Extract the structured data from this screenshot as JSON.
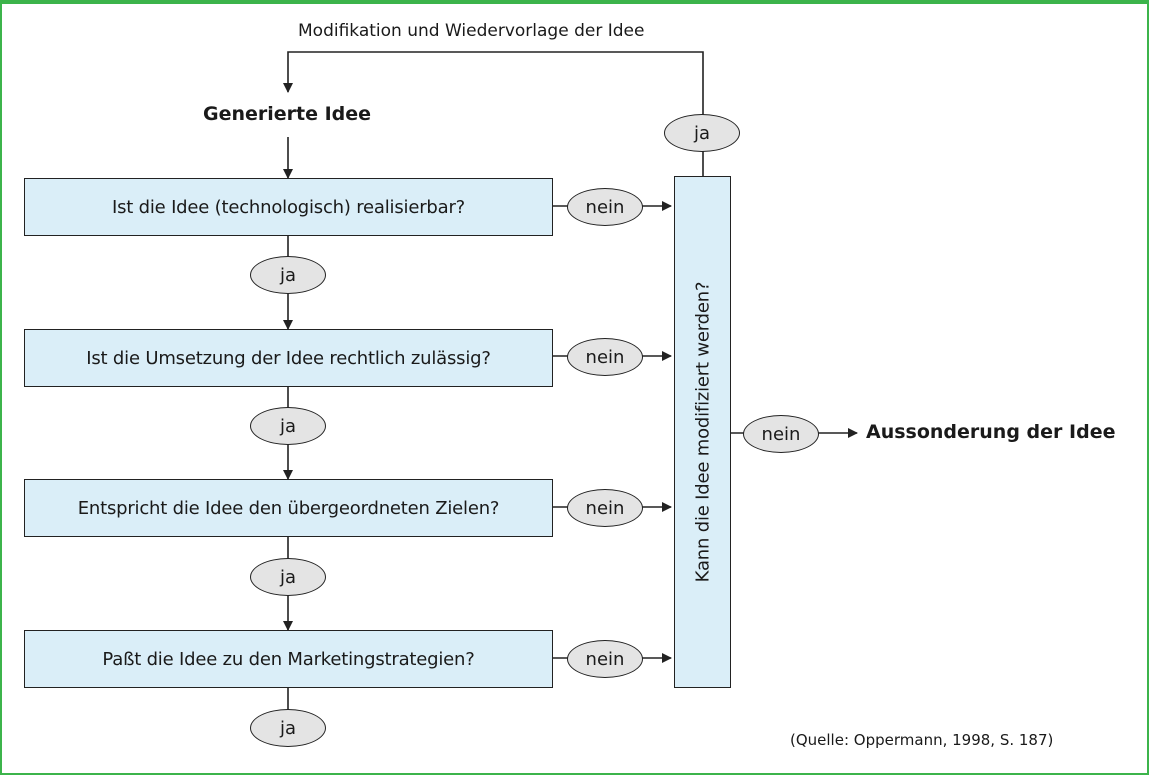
{
  "diagram": {
    "top_feedback_label": "Modifikation und Wiedervorlage der Idee",
    "start_label": "Generierte Idee",
    "questions": [
      "Ist die Idee (technologisch) realisierbar?",
      "Ist die Umsetzung der Idee rechtlich zulässig?",
      "Entspricht die Idee den übergeordneten Zielen?",
      "Paßt die Idee zu den Marketingstrategien?"
    ],
    "yes_label": "ja",
    "no_label": "nein",
    "modify_question": "Kann die Idee modifiziert werden?",
    "reject_label": "Aussonderung der Idee",
    "source_note": "(Quelle: Oppermann, 1998, S. 187)",
    "colors": {
      "frame": "#3cb44b",
      "box_fill": "#daeef8",
      "oval_fill": "#e4e4e4",
      "line": "#222222"
    }
  }
}
